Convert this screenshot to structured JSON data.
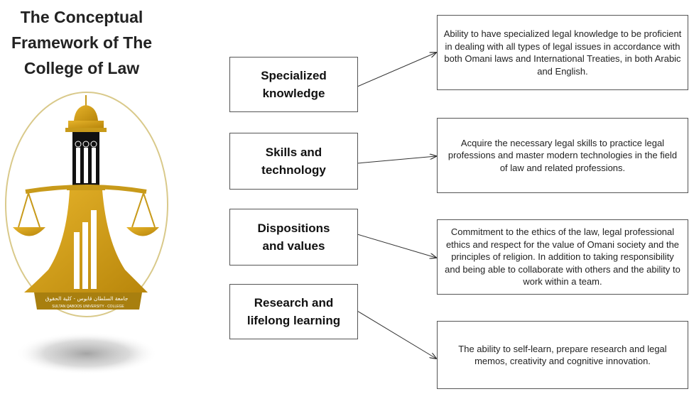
{
  "title": {
    "line1": "The Conceptual",
    "line2": "Framework of The",
    "line3": "College of Law"
  },
  "logo": {
    "arabic_text": "جامعة السلطان قابوس - كلية الحقوق",
    "english_text": "SULTAN QABOOS UNIVERSITY - COLLEGE"
  },
  "left_boxes": [
    {
      "line1": "Specialized",
      "line2": "knowledge"
    },
    {
      "line1": "Skills and",
      "line2": "technology"
    },
    {
      "line1": "Dispositions",
      "line2": "and values"
    },
    {
      "line1": "Research and",
      "line2": "lifelong learning"
    }
  ],
  "right_boxes": [
    {
      "text": "Ability to have specialized legal knowledge to be proficient in dealing with all types of legal issues in accordance with both Omani laws and International Treaties, in both Arabic and English."
    },
    {
      "text": "Acquire the necessary legal skills to practice legal professions and master modern technologies in the field of law and related professions."
    },
    {
      "text": "Commitment to the ethics of the law,  legal professional ethics and respect for the value of Omani society and the principles of religion. In addition to taking responsibility and being able to collaborate with others and the ability to work within a team."
    },
    {
      "text": "The ability to self-learn, prepare research and legal memos, creativity and cognitive innovation."
    }
  ],
  "colors": {
    "gold": "#d4a017",
    "dark_gold": "#a87f0f",
    "tower": "#111111",
    "border": "#555555"
  }
}
